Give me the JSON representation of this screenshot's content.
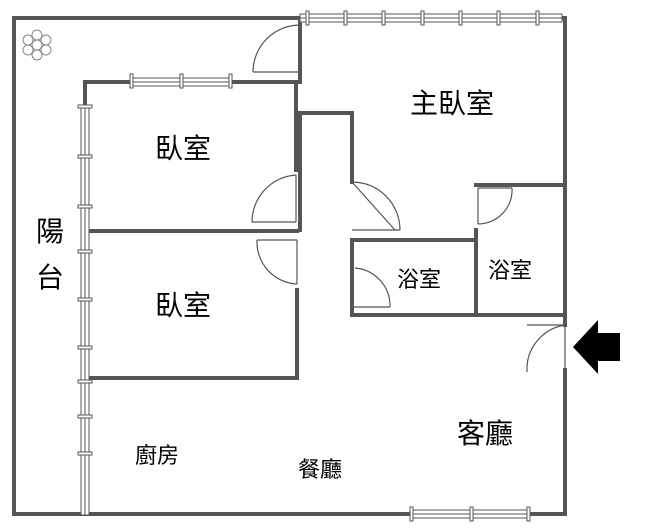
{
  "plan": {
    "rooms": {
      "master_bedroom": "主臥室",
      "bedroom_1": "臥室",
      "bedroom_2": "臥室",
      "bathroom_1": "浴室",
      "bathroom_2": "浴室",
      "balcony_1": "陽",
      "balcony_2": "台",
      "kitchen": "廚房",
      "dining": "餐廳",
      "living": "客廳"
    },
    "icons": {
      "entrance": "arrow-left-icon",
      "plant": "flower-icon"
    },
    "colors": {
      "wall": "#555555",
      "arrow": "#000000"
    }
  }
}
